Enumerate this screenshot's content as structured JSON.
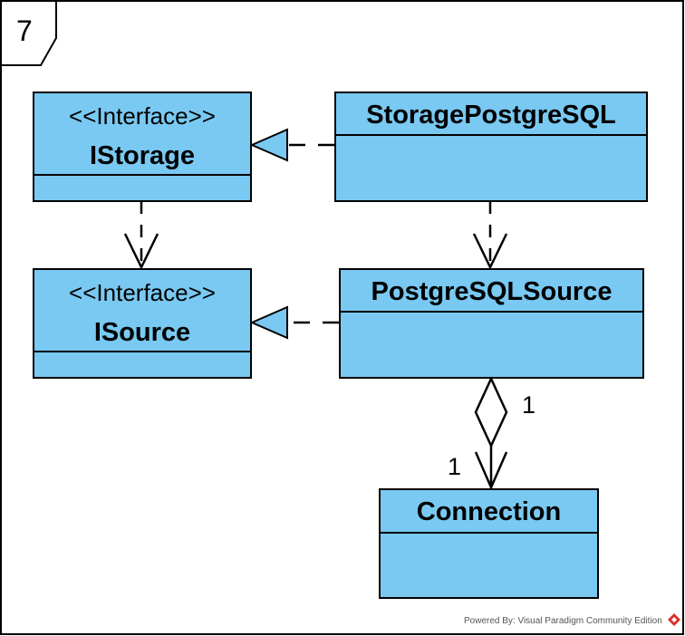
{
  "diagram": {
    "label": "7"
  },
  "classes": {
    "istorage": {
      "stereotype": "<<Interface>>",
      "name": "IStorage"
    },
    "isource": {
      "stereotype": "<<Interface>>",
      "name": "ISource"
    },
    "storage_postgresql": {
      "name": "StoragePostgreSQL"
    },
    "postgresql_source": {
      "name": "PostgreSQLSource"
    },
    "connection": {
      "name": "Connection"
    }
  },
  "relations": {
    "aggregation": {
      "source_multiplicity": "1",
      "target_multiplicity": "1"
    }
  },
  "footer": {
    "text": "Powered By: Visual Paradigm Community Edition"
  },
  "colors": {
    "class_fill": "#79c9f2",
    "arrow_fill": "#79c9f2",
    "logo": "#d9302c"
  }
}
